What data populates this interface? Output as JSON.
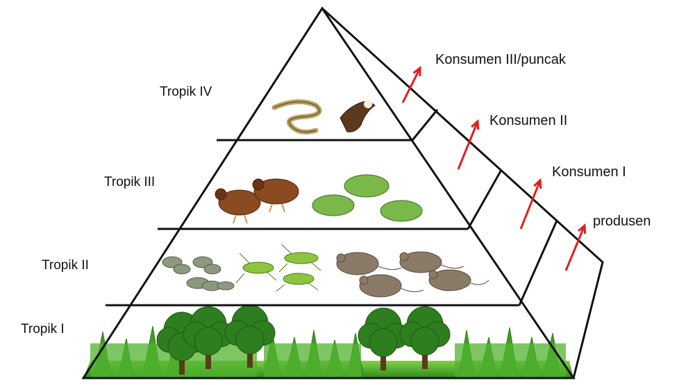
{
  "levels": [
    {
      "label": "Tropik I",
      "contents": [
        "grass",
        "trees"
      ]
    },
    {
      "label": "Tropik II",
      "contents": [
        "caterpillars",
        "grasshoppers",
        "mice"
      ]
    },
    {
      "label": "Tropik III",
      "contents": [
        "chickens",
        "frogs"
      ]
    },
    {
      "label": "Tropik IV",
      "contents": [
        "snake",
        "eagle"
      ]
    }
  ],
  "roles": [
    {
      "label": "produsen"
    },
    {
      "label": "Konsumen I"
    },
    {
      "label": "Konsumen II"
    },
    {
      "label": "Konsumen III/puncak"
    }
  ],
  "colors": {
    "outline": "#111111",
    "arrow": "#e11d1d",
    "grass": "#4caf2e",
    "tree": "#2e7d1f",
    "trunk": "#5a3a1a"
  },
  "icons": [
    "grass-icon",
    "tree-icon",
    "caterpillar-icon",
    "grasshopper-icon",
    "mouse-icon",
    "chicken-icon",
    "frog-icon",
    "snake-icon",
    "eagle-icon",
    "up-arrow-icon"
  ]
}
